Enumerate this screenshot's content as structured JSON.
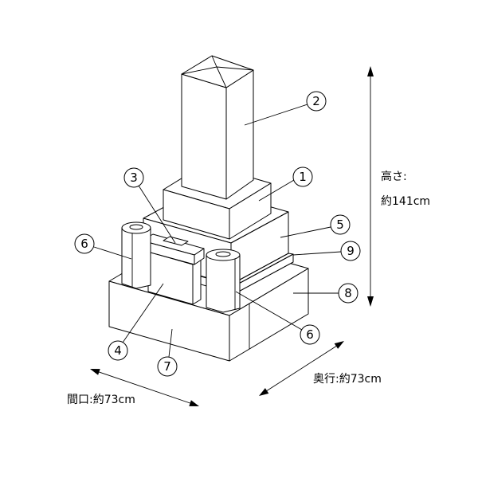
{
  "dimensions": {
    "height_label": "高さ:",
    "height_value": "約141cm",
    "depth": "奥行:約73cm",
    "width": "間口:約73cm"
  },
  "callouts": {
    "c1": "1",
    "c2": "2",
    "c3": "3",
    "c4": "4",
    "c5": "5",
    "c6a": "6",
    "c6b": "6",
    "c7": "7",
    "c8": "8",
    "c9": "9"
  }
}
